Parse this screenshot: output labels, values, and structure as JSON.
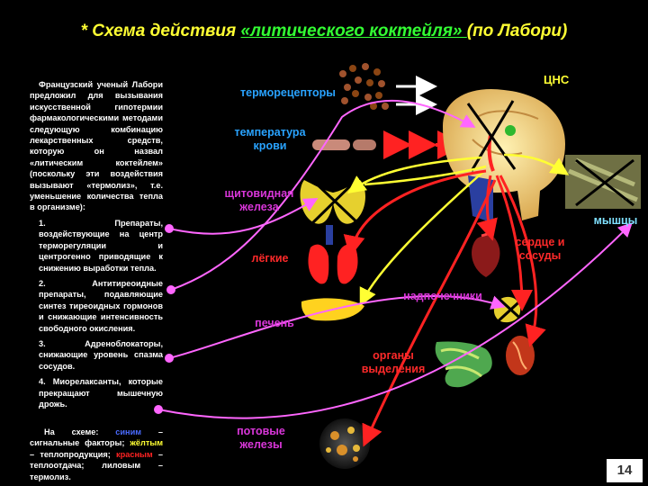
{
  "title": {
    "prefix": "*  Схема действия ",
    "accent": "«литического коктейля» ",
    "suffix": "(по Лабори)"
  },
  "description": {
    "intro": "Французский ученый Лабори предложил для вызывания искусственной гипотермии фармакологическими методами следующую комбинацию лекарственных средств, которую он назвал «литическим коктейлем» (поскольку эти воздействия вызывают «термолиз», т.е. уменьшение количества тепла в организме):",
    "item1": "1. Препараты, воздействующие на центр терморегуляции и центрогенно приводящие к снижению выработки тепла.",
    "item2": "2. Антитиреоидные препараты, подавляющие синтез тиреоидных гормонов и снижающие интенсивность свободного окисления.",
    "item3": "3. Адреноблокаторы, снижающие уровень спазма сосудов.",
    "item4": "4. Миорелаксанты, которые прекращают мышечную дрожь."
  },
  "legend": {
    "intro": "На схеме: ",
    "blue_word": "синим",
    "blue_text": " – сигнальные факторы; ",
    "yellow_word": "жёлтым",
    "yellow_text": " – теплопродукция; ",
    "red_word": "красным",
    "red_text": " – теплоотдача; ",
    "purple_text": "лиловым – термолиз."
  },
  "labels": {
    "thermoreceptors": "терморецепторы",
    "blood_temp": "температура\nкрови",
    "cns": "ЦНС",
    "thyroid": "щитовидная\nжелеза",
    "lungs": "лёгкие",
    "heart": "сердце и\nсосуды",
    "adrenals": "надпочечники",
    "liver": "печень",
    "excretory": "органы\nвыделения",
    "sweat": "потовые\nжелезы",
    "muscles": "мышцы"
  },
  "page_number": "14",
  "colors": {
    "background": "#000000",
    "title": "#ffff33",
    "title_accent": "#33ff33",
    "signal": "#29a3ff",
    "heat_production": "#ffff33",
    "heat_loss": "#ff2222",
    "thermolysis": "#d936d9"
  }
}
